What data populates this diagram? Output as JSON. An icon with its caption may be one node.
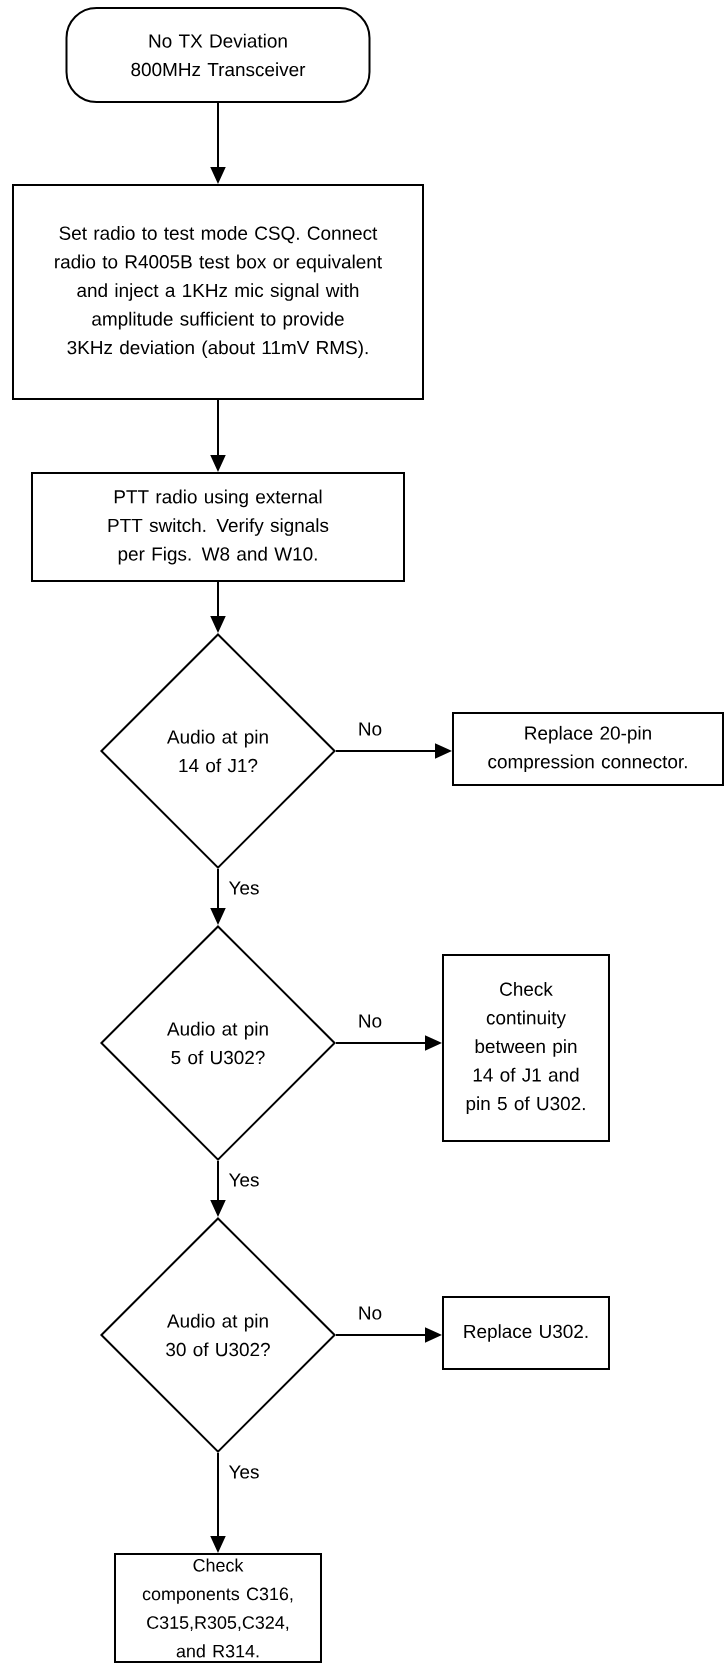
{
  "diagram": {
    "nodes": [
      {
        "text": [
          "No TX Deviation 800MHz Transceiver"
        ]
      },
      {
        "text": [
          "Set radio to test mode CSQ. Connect radio to R4005B test box or equivalent and inject a 1KHz mic signal with amplitude sufficient to provide 3KHz deviation (about 11mV RMS)."
        ]
      },
      {
        "text": [
          "PTT radio using external PTT switch.  Verify signals per Figs. W8 and W10."
        ]
      },
      {
        "text": [
          "Audio at pin 14 of J1?"
        ]
      },
      {
        "text": [
          "Replace 20-pin compression connector."
        ]
      },
      {
        "text": [
          "Audio at pin 5 of U302?"
        ]
      },
      {
        "text": [
          "Check continuity between pin 14 of J1 and pin 5 of U302."
        ]
      },
      {
        "text": [
          "Audio at pin 30 of U302?"
        ]
      },
      {
        "text": [
          "Replace U302."
        ]
      },
      {
        "text": [
          "Check components C316, C315,R305,C324, and R314."
        ]
      }
    ],
    "edges": [
      {
        "from": 0,
        "to": 1,
        "arrow": "to"
      },
      {
        "from": 1,
        "to": 2,
        "arrow": "to"
      },
      {
        "from": 2,
        "to": 3,
        "arrow": "to"
      },
      {
        "from": 3,
        "to": 4,
        "arrow": "to",
        "label": "No"
      },
      {
        "from": 3,
        "to": 5,
        "arrow": "to",
        "label": "Yes"
      },
      {
        "from": 5,
        "to": 6,
        "arrow": "to",
        "label": "No"
      },
      {
        "from": 5,
        "to": 7,
        "arrow": "to",
        "label": "Yes"
      },
      {
        "from": 7,
        "to": 8,
        "arrow": "to",
        "label": "No"
      },
      {
        "from": 7,
        "to": 9,
        "arrow": "to",
        "label": "Yes"
      }
    ]
  }
}
